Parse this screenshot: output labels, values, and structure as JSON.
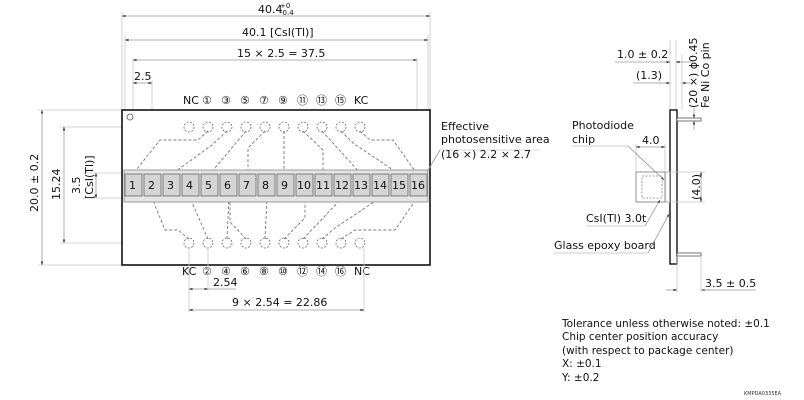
{
  "colors": {
    "outline": "#111111",
    "cell_fill": "#d4d4d4",
    "dimension_line": "#9a9a9a",
    "dashed_trace": "#777777"
  },
  "front_view": {
    "dim_overall_width": {
      "value": "40.4",
      "tol_upper": "+0",
      "tol_lower": "-0.4"
    },
    "dim_csi_width": "40.1 [CsI(Tl)]",
    "dim_pitch_total": "15 × 2.5 = 37.5",
    "dim_pitch": "2.5",
    "dim_overall_height": "20.0 ± 0.2",
    "dim_pin_row_spacing": "15.24",
    "dim_csi_height": "3.5",
    "dim_csi_height_label": "[CsI(Tl)]",
    "top_pin_labels": [
      "NC",
      "①",
      "③",
      "⑤",
      "⑦",
      "⑨",
      "⑪",
      "⑬",
      "⑮",
      "KC"
    ],
    "bottom_pin_labels": [
      "KC",
      "②",
      "④",
      "⑥",
      "⑧",
      "⑩",
      "⑫",
      "⑭",
      "⑯",
      "NC"
    ],
    "elements": [
      "1",
      "2",
      "3",
      "4",
      "5",
      "6",
      "7",
      "8",
      "9",
      "10",
      "11",
      "12",
      "13",
      "14",
      "15",
      "16"
    ],
    "dim_pin_pitch": "2.54",
    "dim_pin_pitch_total": "9 × 2.54 = 22.86",
    "effective_area_label": [
      "Effective",
      "photosensitive area",
      "(16 ×) 2.2 × 2.7"
    ]
  },
  "side_view": {
    "dim_pin_lead": "1.0 ± 0.2",
    "dim_pin_ref": "(1.3)",
    "pin_spec_line1": "(20 ×) ϕ0.45",
    "pin_spec_line2": "Fe Ni Co pin",
    "photodiode_label": [
      "Photodiode",
      "chip"
    ],
    "dim_chip_depth": "4.0",
    "dim_chip_height": "(4.0)",
    "csi_label": "CsI(Tl) 3.0t",
    "board_label": "Glass epoxy board",
    "dim_pin_length": "3.5 ± 0.5"
  },
  "notes": [
    "Tolerance unless otherwise noted: ±0.1",
    "Chip center position accuracy",
    "(with respect to package center)",
    "X: ±0.1",
    "Y: ±0.2"
  ],
  "drawing_code": "KMPDA0335EA"
}
